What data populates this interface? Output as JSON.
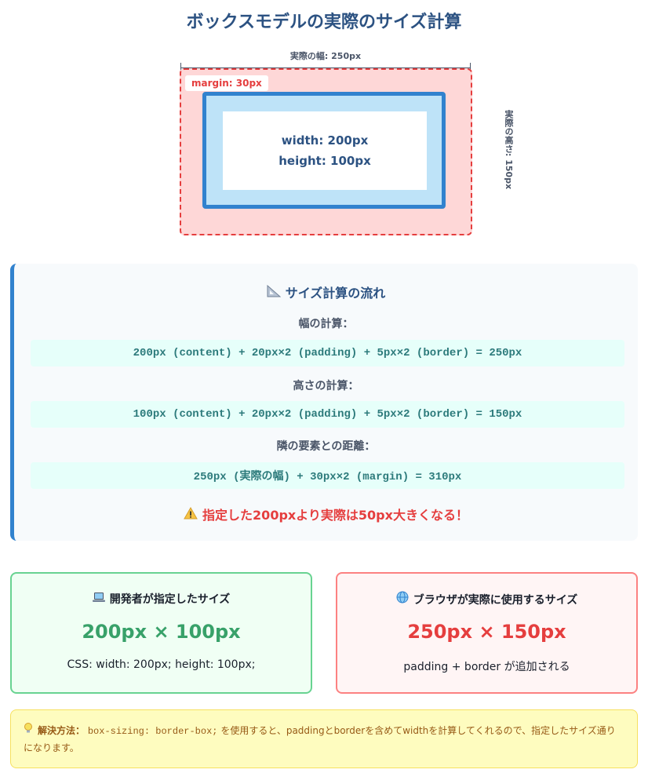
{
  "title": "ボックスモデルの実際のサイズ計算",
  "diagram": {
    "width_label": "実際の幅: 250px",
    "height_label": "実際の高さ: 150px",
    "margin_label": "margin: 30px",
    "content_width": "width: 200px",
    "content_height": "height: 100px",
    "colors": {
      "margin": "#fed7d7",
      "margin_border": "#e53e3e",
      "border": "#3182ce",
      "padding": "#bee3f8",
      "content": "#ffffff"
    }
  },
  "flow": {
    "icon": "triangle-ruler-icon",
    "title": "サイズ計算の流れ",
    "width_heading": "幅の計算：",
    "width_formula": "200px (content) + 20px×2 (padding) + 5px×2 (border) = 250px",
    "height_heading": "高さの計算：",
    "height_formula": "100px (content) + 20px×2 (padding) + 5px×2 (border) = 150px",
    "distance_heading": "隣の要素との距離：",
    "distance_formula": "250px (実際の幅) + 30px×2 (margin) = 310px",
    "warning_icon": "warning-icon",
    "warning": "指定した200pxより実際は50px大きくなる！"
  },
  "cards": {
    "developer": {
      "icon": "laptop-icon",
      "title": "開発者が指定したサイズ",
      "size": "200px × 100px",
      "note": "CSS: width: 200px; height: 100px;"
    },
    "browser": {
      "icon": "globe-icon",
      "title": "ブラウザが実際に使用するサイズ",
      "size": "250px × 150px",
      "note": "padding + border が追加される"
    }
  },
  "solution": {
    "icon": "lightbulb-icon",
    "label": "解決方法：",
    "code": "box-sizing: border-box;",
    "text": "を使用すると、paddingとborderを含めてwidthを計算してくれるので、指定したサイズ通りになります。"
  }
}
